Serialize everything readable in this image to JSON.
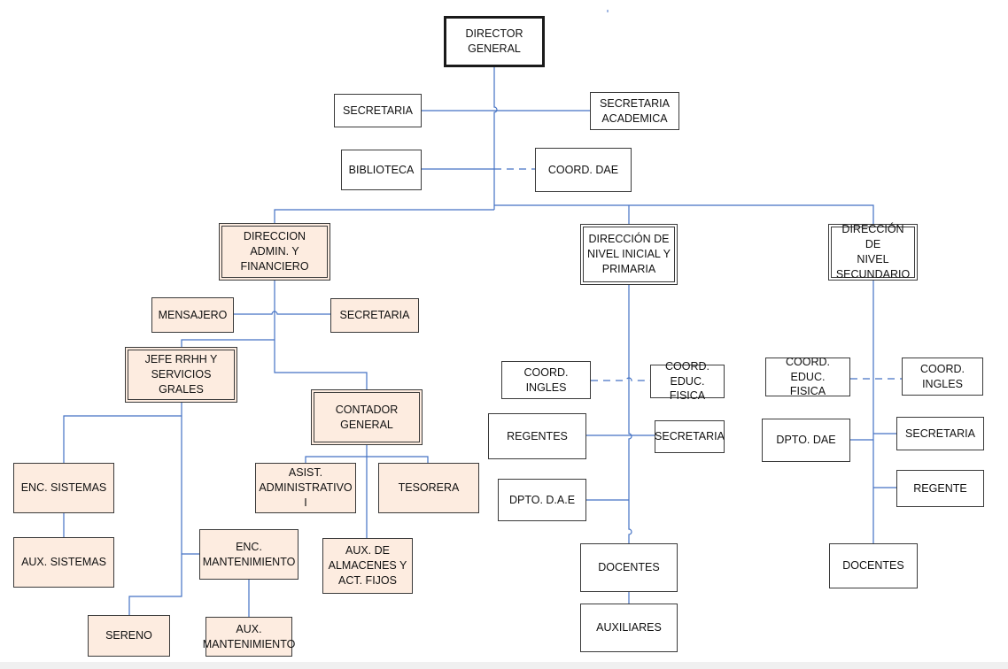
{
  "colors": {
    "line": "#4472c4",
    "admin_fill": "#fdece0",
    "border": "#3a3a3a"
  },
  "nodes": {
    "director_general": "DIRECTOR\nGENERAL",
    "secretaria_top": "SECRETARIA",
    "secretaria_academica": "SECRETARIA\nACADEMICA",
    "biblioteca": "BIBLIOTECA",
    "coord_dae_top": "COORD. DAE",
    "dir_admin": "DIRECCION ADMIN. Y\nFINANCIERO",
    "dir_inicial": "DIRECCIÓN DE\nNIVEL INICIAL Y\nPRIMARIA",
    "dir_secundario": "DIRECCIÓN DE\nNIVEL\nSECUNDARIO",
    "mensajero": "MENSAJERO",
    "secretaria_admin": "SECRETARIA",
    "jefe_rrhh": "JEFE RRHH Y\nSERVICIOS GRALES",
    "contador_general": "CONTADOR GENERAL",
    "enc_sistemas": "ENC. SISTEMAS",
    "aux_sistemas": "AUX. SISTEMAS",
    "asist_admin": "ASIST.\nADMINISTRATIVO I",
    "tesorera": "TESORERA",
    "enc_mantenimiento": "ENC.\nMANTENIMIENTO",
    "aux_almacenes": "AUX. DE\nALMACENES Y\nACT. FIJOS",
    "sereno": "SERENO",
    "aux_mantenimiento": "AUX.\nMANTENIMIENTO",
    "coord_ingles_p": "COORD. INGLES",
    "coord_educ_fisica_p": "COORD. EDUC.\nFISICA",
    "regentes": "REGENTES",
    "secretaria_p": "SECRETARIA",
    "dpto_dae_p": "DPTO. D.A.E",
    "docentes_p": "DOCENTES",
    "auxiliares": "AUXILIARES",
    "coord_educ_fisica_s": "COORD. EDUC.\nFISICA",
    "coord_ingles_s": "COORD. INGLES",
    "dpto_dae_s": "DPTO. DAE",
    "secretaria_s": "SECRETARIA",
    "regente_s": "REGENTE",
    "docentes_s": "DOCENTES"
  }
}
